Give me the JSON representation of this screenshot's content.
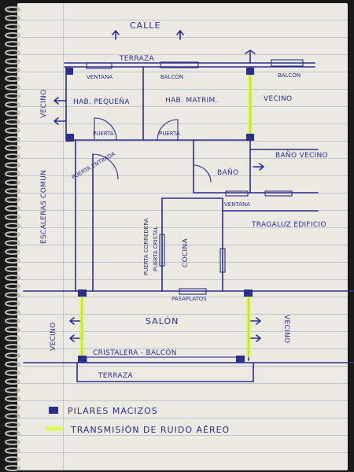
{
  "plan": {
    "calle": "CALLE",
    "terraza_top": "TERRAZA",
    "ventana_top": "VENTANA",
    "balcon_1": "BALCÓN",
    "balcon_2": "BALCÓN",
    "hab_pequena": "HAB. PEQUEÑA",
    "hab_matrim": "HAB. MATRIM.",
    "vecino_top_right": "VECINO",
    "vecino_left_top": "VECINO",
    "puerta_1": "PUERTA",
    "puerta_2": "PUERTA",
    "bano": "BAÑO",
    "bano_vecino": "BAÑO VECINO",
    "ventana_bano": "VENTANA",
    "puerta_entrada": "PUERTA ENTRADA",
    "escaleras_comun": "ESCALERAS COMUN",
    "puerta_corredera": "PUERTA CORREDERA",
    "puerta_cristal": "PUERTA CRISTAL",
    "cocina": "COCINA",
    "tragaluz": "TRAGALUZ EDIFICIO",
    "pasaplatos": "PASAPLATOS",
    "salon": "SALÓN",
    "vecino_left_bottom": "VECINO",
    "vecino_right_bottom": "VECINO",
    "cristalera": "CRISTALERA - BALCÓN",
    "terraza_bottom": "TERRAZA"
  },
  "legend": {
    "pilares": "PILARES MACIZOS",
    "ruido": "TRANSMISIÓN DE RUIDO AÉREO"
  },
  "colors": {
    "ink": "#2a2f8c",
    "highlight": "#d6ff2a",
    "paper": "#ece9e2"
  }
}
